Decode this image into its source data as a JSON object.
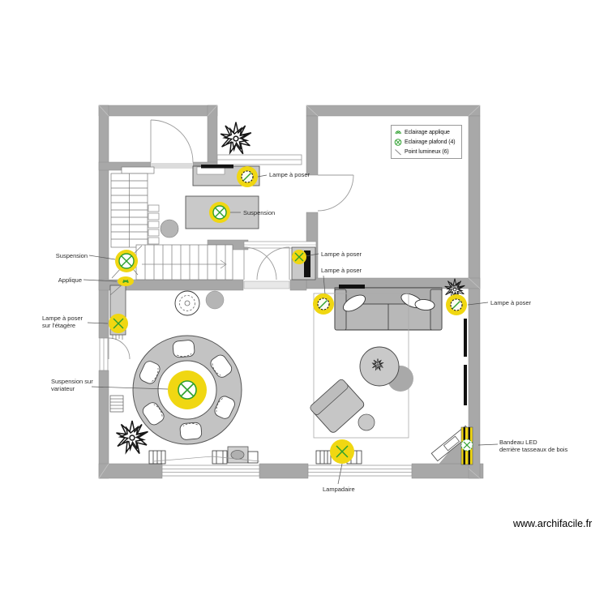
{
  "plan": {
    "watermark": "www.archifacile.fr",
    "legend": {
      "row1": "Eclairage applique",
      "row2": "Eclairage plafond (4)",
      "row3": "Point lumineux (6)"
    },
    "labels": {
      "lampe_a_poser": "Lampe à poser",
      "suspension": "Suspension",
      "applique": "Applique",
      "sur_etagere": "sur l'étagère",
      "suspension_sur": "Suspension sur",
      "variateur": "variateur",
      "lampadaire": "Lampadaire",
      "bandeau_led": "Bandeau LED",
      "derriere_tasseaux": "derrière tasseaux de bois"
    },
    "colors": {
      "highlight_yellow": "#f0d712",
      "icon_green": "#2ea02e",
      "wall_gray": "#a8a8a8"
    }
  }
}
